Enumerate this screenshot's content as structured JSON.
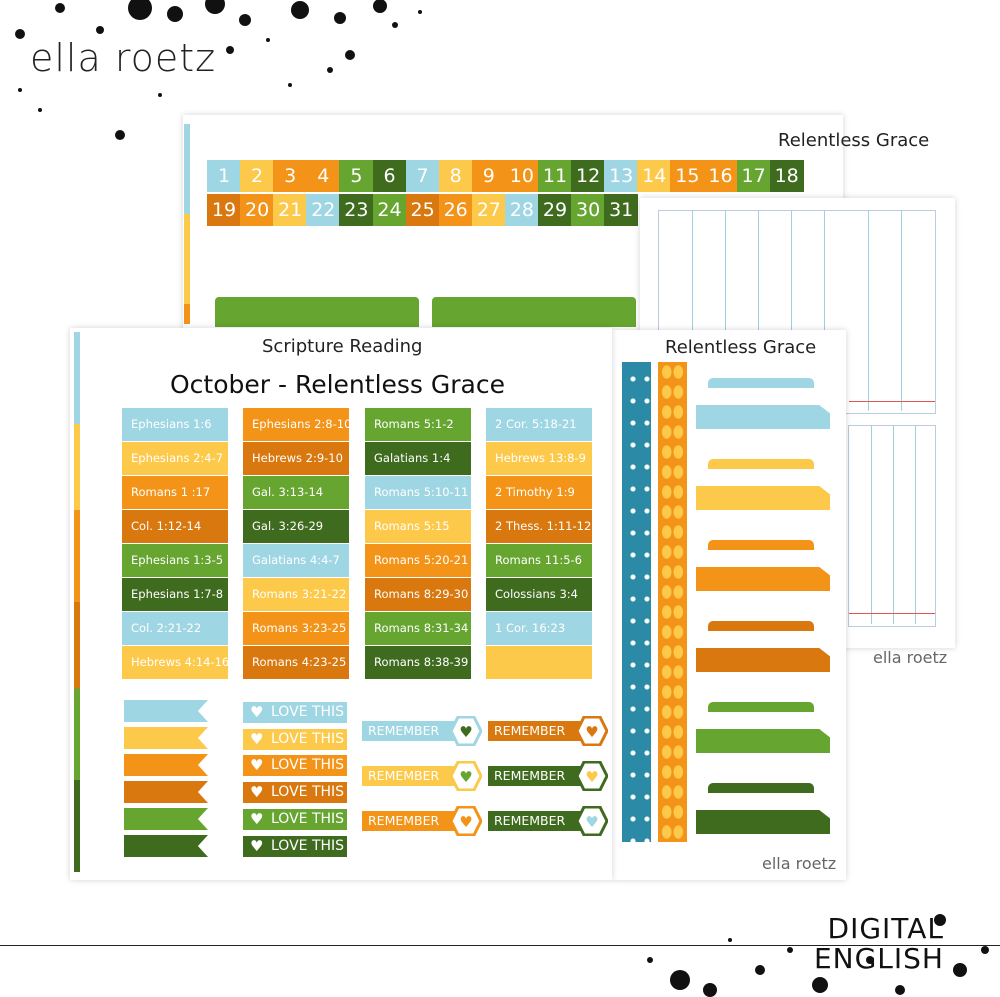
{
  "brand": {
    "name": "ella roetz",
    "digital_line1": "DIGITAL",
    "digital_line2": "ENGLISH"
  },
  "colors": {
    "blue": "#9fd6e3",
    "yellow": "#fdc94a",
    "orange": "#f39317",
    "dark_orange": "#d8780f",
    "green": "#66a530",
    "dark_green": "#3f6b1f",
    "teal": "#2b8aa6"
  },
  "back_sheet": {
    "title": "Relentless Grace",
    "calendar_row1": [
      "1",
      "2",
      "3",
      "4",
      "5",
      "6",
      "7",
      "8",
      "9",
      "10",
      "11",
      "12",
      "13",
      "14",
      "15",
      "16",
      "17",
      "18"
    ],
    "calendar_row2": [
      "19",
      "20",
      "21",
      "22",
      "23",
      "24",
      "25",
      "26",
      "27",
      "28",
      "29",
      "30",
      "31"
    ]
  },
  "front_sheet": {
    "section_title": "Scripture Reading",
    "main_title": "October - Relentless Grace",
    "columns": [
      [
        "Ephesians 1:6",
        "Ephesians 2:4-7",
        "Romans 1 :17",
        "Col. 1:12-14",
        "Ephesians 1:3-5",
        "Ephesians 1:7-8",
        "Col. 2:21-22",
        "Hebrews 4:14-16"
      ],
      [
        "Ephesians 2:8-10",
        "Hebrews 2:9-10",
        "Gal. 3:13-14",
        "Gal. 3:26-29",
        "Galatians 4:4-7",
        "Romans 3:21-22",
        "Romans 3:23-25",
        "Romans 4:23-25"
      ],
      [
        "Romans 5:1-2",
        "Galatians 1:4",
        "Romans 5:10-11",
        "Romans 5:15",
        "Romans 5:20-21",
        "Romans 8:29-30",
        "Romans 8:31-34",
        "Romans 8:38-39"
      ],
      [
        "2 Cor. 5:18-21",
        "Hebrews 13:8-9",
        "2 Timothy 1:9",
        "2 Thess. 1:11-12",
        "Romans 11:5-6",
        "Colossians 3:4",
        "1 Cor. 16:23",
        ""
      ]
    ],
    "love_label": "LOVE THIS",
    "remember_label": "REMEMBER"
  },
  "right_sheet": {
    "title": "Relentless Grace",
    "signature": "ella roetz"
  },
  "far_right": {
    "signature": "ella roetz"
  }
}
